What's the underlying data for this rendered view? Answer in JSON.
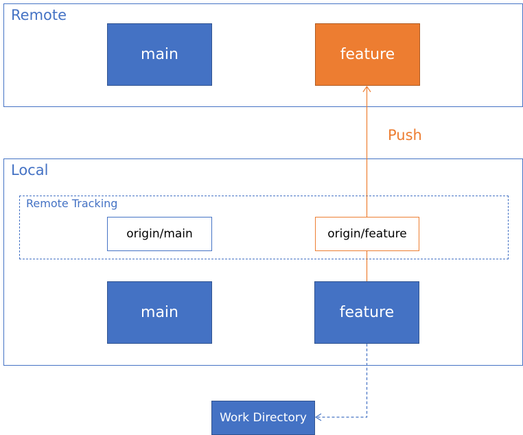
{
  "remote": {
    "title": "Remote",
    "main_label": "main",
    "feature_label": "feature"
  },
  "local": {
    "title": "Local",
    "remote_tracking": {
      "title": "Remote Tracking",
      "origin_main_label": "origin/main",
      "origin_feature_label": "origin/feature"
    },
    "main_label": "main",
    "feature_label": "feature"
  },
  "push_label": "Push",
  "work_directory_label": "Work Directory",
  "colors": {
    "blue": "#4472c4",
    "orange": "#ed7d31",
    "white": "#ffffff"
  }
}
